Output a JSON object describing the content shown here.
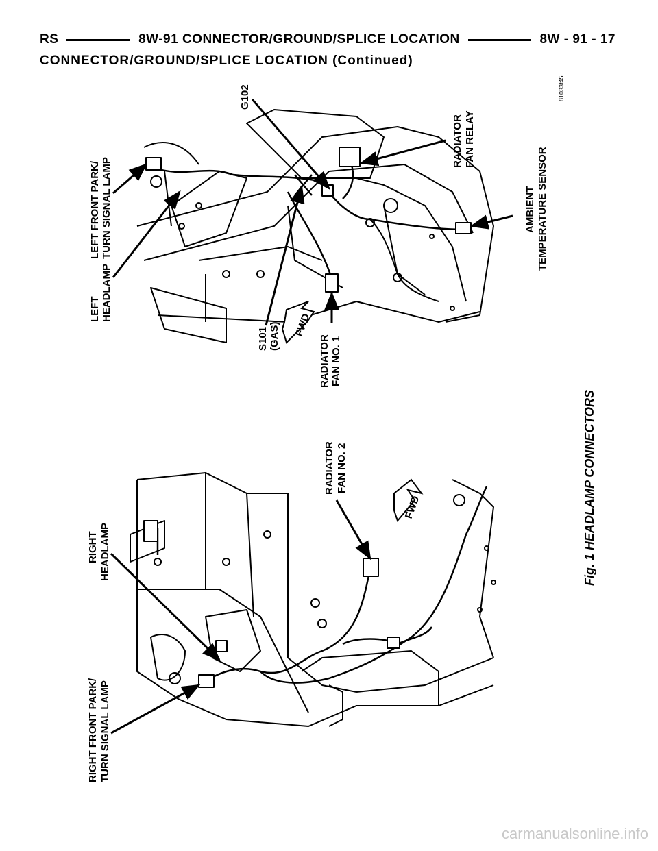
{
  "header": {
    "left": "RS",
    "center": "8W-91 CONNECTOR/GROUND/SPLICE LOCATION",
    "right": "8W - 91 - 17"
  },
  "subheader": "CONNECTOR/GROUND/SPLICE LOCATION (Continued)",
  "figure": {
    "id_code": "81033f45",
    "caption": "Fig. 1 HEADLAMP CONNECTORS",
    "labels": {
      "left_headlamp_1": "LEFT",
      "left_headlamp_2": "HEADLAMP",
      "left_park_1": "LEFT FRONT PARK/",
      "left_park_2": "TURN SIGNAL LAMP",
      "g102": "G102",
      "rad_relay_1": "RADIATOR",
      "rad_relay_2": "FAN RELAY",
      "ambient_1": "AMBIENT",
      "ambient_2": "TEMPERATURE SENSOR",
      "s101_1": "S101",
      "s101_2": "(GAS)",
      "fwd_top": "FWD",
      "rad_fan1_1": "RADIATOR",
      "rad_fan1_2": "FAN NO. 1",
      "rad_fan2_1": "RADIATOR",
      "rad_fan2_2": "FAN NO. 2",
      "fwd_bottom": "FWD",
      "right_headlamp_1": "RIGHT",
      "right_headlamp_2": "HEADLAMP",
      "right_park_1": "RIGHT FRONT PARK/",
      "right_park_2": "TURN SIGNAL LAMP"
    }
  },
  "watermark": "carmanualsonline.info"
}
